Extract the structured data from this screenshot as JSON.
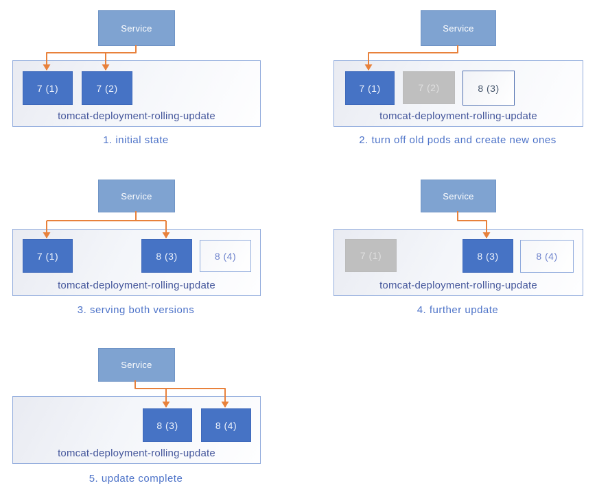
{
  "colors": {
    "arrow": "#E8813B",
    "service_fill": "#7FA3D1",
    "service_border": "#6F94C6",
    "service_text": "#FFFFFF",
    "pod_blue": "#4673C5",
    "pod_blue_border": "#3E69BB",
    "pod_text_white": "#EDF2FB",
    "pod_gray": "#BFBFBF",
    "pod_gray_border": "#BBBBBB",
    "pod_gray_text": "#DFDFDF",
    "pod_outline_dark_border": "#4C6CAE",
    "pod_outline_dark_text": "#44546A",
    "pod_outline_light_border": "#8FAADC",
    "pod_outline_light_text": "#6D82CC",
    "container_border": "#8FAADC",
    "container_fill_start": "#E9EBF2",
    "container_fill_end": "#FEFEFF",
    "label_text": "#44569B",
    "caption_text": "#4C72C8"
  },
  "panels": [
    {
      "id": 1,
      "caption": "1. initial state",
      "service_label": "Service",
      "container_label": "tomcat-deployment-rolling-update",
      "pods": [
        {
          "label": "7 (1)",
          "style": "blue"
        },
        {
          "label": "7 (2)",
          "style": "blue"
        }
      ]
    },
    {
      "id": 2,
      "caption": "2. turn off old pods and create new ones",
      "service_label": "Service",
      "container_label": "tomcat-deployment-rolling-update",
      "pods": [
        {
          "label": "7 (1)",
          "style": "blue"
        },
        {
          "label": "7 (2)",
          "style": "gray"
        },
        {
          "label": "8 (3)",
          "style": "outline-dark"
        }
      ]
    },
    {
      "id": 3,
      "caption": "3. serving both versions",
      "service_label": "Service",
      "container_label": "tomcat-deployment-rolling-update",
      "pods": [
        {
          "label": "7 (1)",
          "style": "blue"
        },
        {
          "label": "8 (3)",
          "style": "blue"
        },
        {
          "label": "8 (4)",
          "style": "outline-light"
        }
      ]
    },
    {
      "id": 4,
      "caption": "4. further update",
      "service_label": "Service",
      "container_label": "tomcat-deployment-rolling-update",
      "pods": [
        {
          "label": "7 (1)",
          "style": "gray"
        },
        {
          "label": "8 (3)",
          "style": "blue"
        },
        {
          "label": "8 (4)",
          "style": "outline-light"
        }
      ]
    },
    {
      "id": 5,
      "caption": "5. update complete",
      "service_label": "Service",
      "container_label": "tomcat-deployment-rolling-update",
      "pods": [
        {
          "label": "8 (3)",
          "style": "blue"
        },
        {
          "label": "8 (4)",
          "style": "blue"
        }
      ]
    }
  ]
}
